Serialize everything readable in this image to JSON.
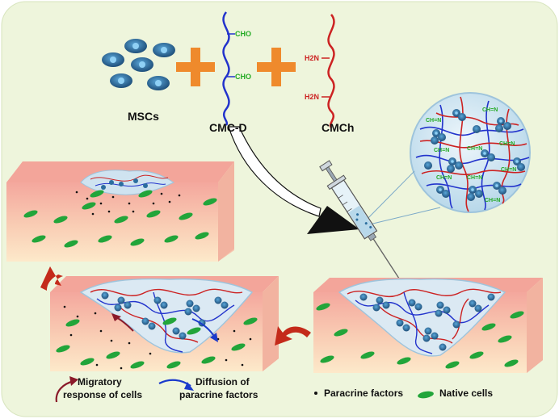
{
  "components": {
    "mscs": "MSCs",
    "cmc_d": "CMC-D",
    "cmch": "CMCh"
  },
  "chem": {
    "aldehyde": "CHO",
    "amine": "H2N",
    "imine": "CH=N"
  },
  "legend": {
    "migratory": "Migratory response of cells",
    "migratory_line1": "Migratory",
    "migratory_line2": "response of cells",
    "diffusion_line1": "Diffusion of",
    "diffusion_line2": "paracrine factors",
    "paracrine": "Paracrine factors",
    "native": "Native cells"
  },
  "colors": {
    "background_panel": "#eef5dc",
    "tissue_top": "#f4b0a6",
    "tissue_bottom": "#fde9ca",
    "plus": "#ef8a2c",
    "cmc_d_chain": "#2233cc",
    "cmch_chain": "#cc2222",
    "cell": "#2c6e9e",
    "native_cell": "#22a53a",
    "arrow_red": "#c42a1a",
    "migratory_arrow": "#8a1a2a",
    "diffusion_arrow": "#1a3acc",
    "aldehyde_text": "#22aa22"
  }
}
